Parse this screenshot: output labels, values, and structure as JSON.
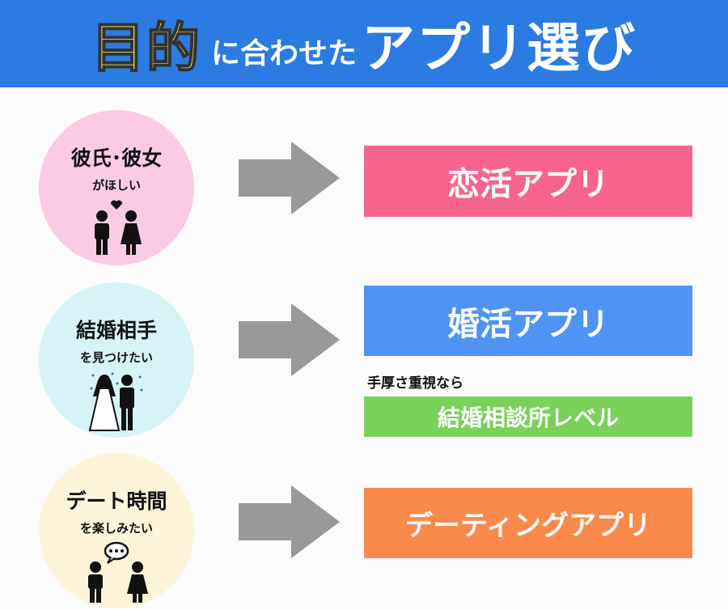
{
  "header": {
    "title_emphasis": "目的",
    "title_connector": "に合わせた",
    "title_main": "アプリ選び"
  },
  "rows": [
    {
      "title": "彼氏･彼女",
      "subtitle": "がほしい",
      "icon": "couple-heart-icon",
      "result": "恋活アプリ",
      "circle_color": "#fbcbe6",
      "box_color": "#f8648e"
    },
    {
      "title": "結婚相手",
      "subtitle": "を見つけたい",
      "icon": "wedding-couple-icon",
      "result": "婚活アプリ",
      "circle_color": "#d7f3f7",
      "box_color": "#4f93f4"
    },
    {
      "title": "デート時間",
      "subtitle": "を楽しみたい",
      "icon": "chatting-people-icon",
      "result": "デーティングアプリ",
      "circle_color": "#fdf4da",
      "box_color": "#f98a4b"
    }
  ],
  "extra": {
    "note": "手厚さ重視なら",
    "result": "結婚相談所レベル",
    "box_color": "#79d15a"
  }
}
